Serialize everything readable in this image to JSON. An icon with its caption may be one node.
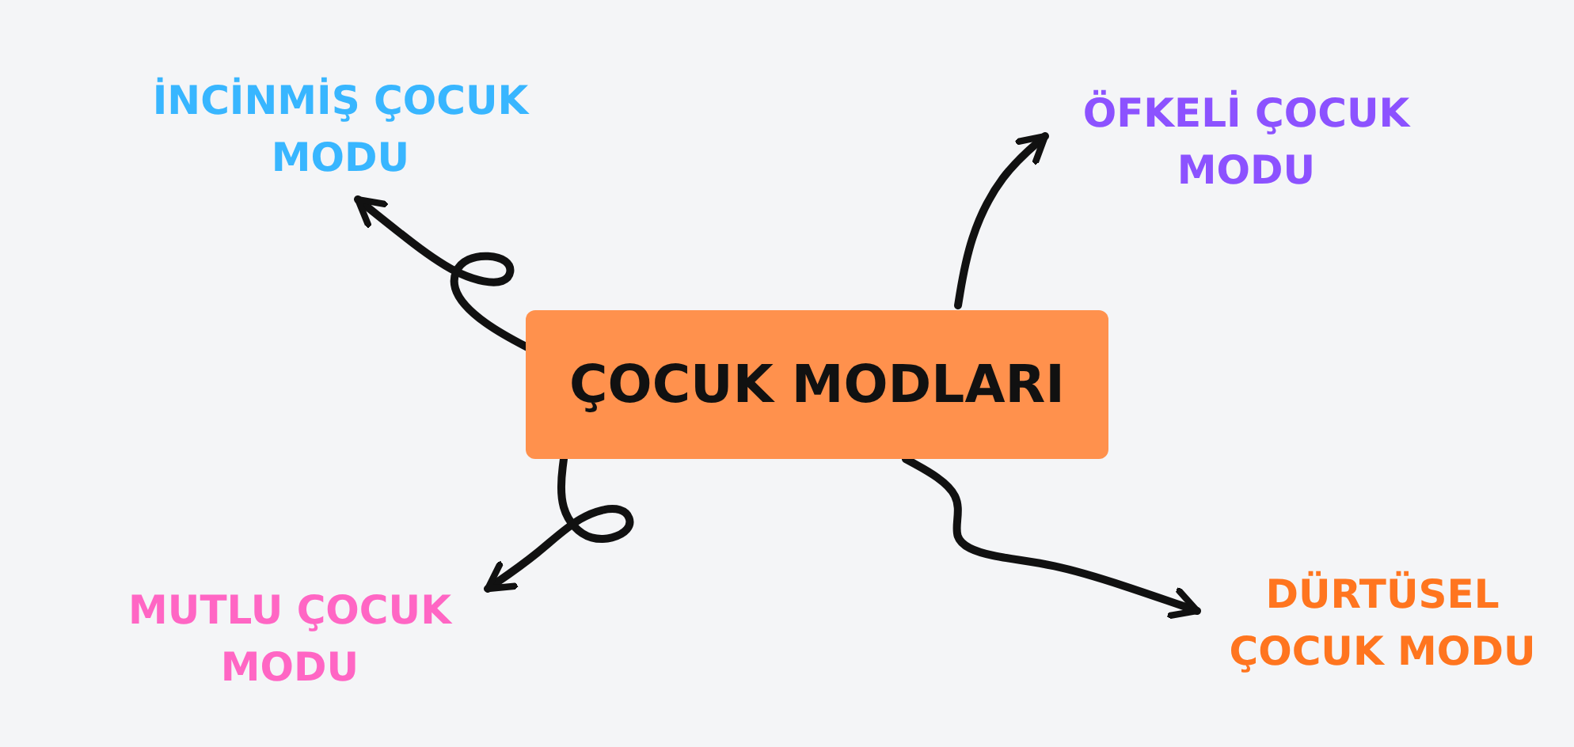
{
  "diagram": {
    "nodes": [
      {
        "text": [
          "ÇOCUK MODLARI"
        ]
      },
      {
        "text": [
          "İNCİNMİŞ ÇOCUK MODU"
        ]
      },
      {
        "text": [
          "ÖFKELİ ÇOCUK MODU"
        ]
      },
      {
        "text": [
          "MUTLU ÇOCUK MODU"
        ]
      },
      {
        "text": [
          "DÜRTÜSEL ÇOCUK MODU"
        ]
      }
    ],
    "edges": [
      {
        "from": 0,
        "to": 1,
        "arrow": "to"
      },
      {
        "from": 0,
        "to": 2,
        "arrow": "to"
      },
      {
        "from": 0,
        "to": 3,
        "arrow": "to"
      },
      {
        "from": 0,
        "to": 4,
        "arrow": "to"
      }
    ]
  }
}
